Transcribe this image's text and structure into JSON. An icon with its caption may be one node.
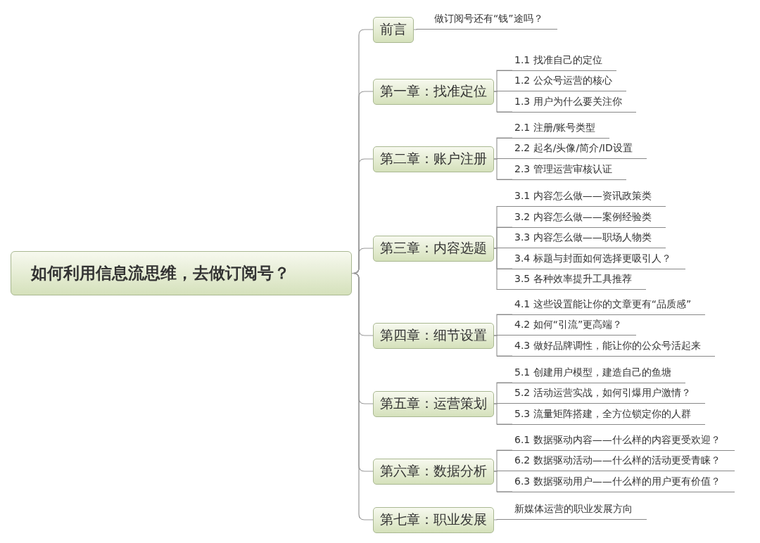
{
  "diagram": {
    "nodes": [
      {
        "text": [
          "如何利用信息流思维，去做订阅号？"
        ]
      },
      {
        "text": [
          "前言"
        ]
      },
      {
        "text": [
          "做订阅号还有“钱”途吗？"
        ]
      },
      {
        "text": [
          "第一章：找准定位"
        ]
      },
      {
        "text": [
          "1.1 找准自己的定位"
        ]
      },
      {
        "text": [
          "1.2 公众号运营的核心"
        ]
      },
      {
        "text": [
          "1.3 用户为什么要关注你"
        ]
      },
      {
        "text": [
          "第二章：账户注册"
        ]
      },
      {
        "text": [
          "2.1 注册/账号类型"
        ]
      },
      {
        "text": [
          "2.2 起名/头像/简介/ID设置"
        ]
      },
      {
        "text": [
          "2.3 管理运营审核认证"
        ]
      },
      {
        "text": [
          "第三章：内容选题"
        ]
      },
      {
        "text": [
          "3.1 内容怎么做——资讯政策类"
        ]
      },
      {
        "text": [
          "3.2 内容怎么做——案例经验类"
        ]
      },
      {
        "text": [
          "3.3 内容怎么做——职场人物类"
        ]
      },
      {
        "text": [
          "3.4 标题与封面如何选择更吸引人？"
        ]
      },
      {
        "text": [
          "3.5 各种效率提升工具推荐"
        ]
      },
      {
        "text": [
          "第四章：细节设置"
        ]
      },
      {
        "text": [
          "4.1 这些设置能让你的文章更有“品质感”"
        ]
      },
      {
        "text": [
          "4.2 如何“引流”更高端？"
        ]
      },
      {
        "text": [
          "4.3 做好品牌调性，能让你的公众号活起来"
        ]
      },
      {
        "text": [
          "第五章：运营策划"
        ]
      },
      {
        "text": [
          "5.1 创建用户模型，建造自己的鱼塘"
        ]
      },
      {
        "text": [
          "5.2 活动运营实战，如何引爆用户激情？"
        ]
      },
      {
        "text": [
          "5.3 流量矩阵搭建，全方位锁定你的人群"
        ]
      },
      {
        "text": [
          "第六章：数据分析"
        ]
      },
      {
        "text": [
          "6.1 数据驱动内容——什么样的内容更受欢迎？"
        ]
      },
      {
        "text": [
          "6.2 数据驱动活动——什么样的活动更受青睐？"
        ]
      },
      {
        "text": [
          "6.3 数据驱动用户——什么样的用户更有价值？"
        ]
      },
      {
        "text": [
          "第七章：职业发展"
        ]
      },
      {
        "text": [
          "新媒体运营的职业发展方向"
        ]
      }
    ],
    "edges": [
      {
        "from": 0,
        "to": 1,
        "arrow": "none"
      },
      {
        "from": 1,
        "to": 2,
        "arrow": "none"
      },
      {
        "from": 0,
        "to": 3,
        "arrow": "none"
      },
      {
        "from": 3,
        "to": 4,
        "arrow": "none"
      },
      {
        "from": 3,
        "to": 5,
        "arrow": "none"
      },
      {
        "from": 3,
        "to": 6,
        "arrow": "none"
      },
      {
        "from": 0,
        "to": 7,
        "arrow": "none"
      },
      {
        "from": 7,
        "to": 8,
        "arrow": "none"
      },
      {
        "from": 7,
        "to": 9,
        "arrow": "none"
      },
      {
        "from": 7,
        "to": 10,
        "arrow": "none"
      },
      {
        "from": 0,
        "to": 11,
        "arrow": "none"
      },
      {
        "from": 11,
        "to": 12,
        "arrow": "none"
      },
      {
        "from": 11,
        "to": 13,
        "arrow": "none"
      },
      {
        "from": 11,
        "to": 14,
        "arrow": "none"
      },
      {
        "from": 11,
        "to": 15,
        "arrow": "none"
      },
      {
        "from": 11,
        "to": 16,
        "arrow": "none"
      },
      {
        "from": 0,
        "to": 17,
        "arrow": "none"
      },
      {
        "from": 17,
        "to": 18,
        "arrow": "none"
      },
      {
        "from": 17,
        "to": 19,
        "arrow": "none"
      },
      {
        "from": 17,
        "to": 20,
        "arrow": "none"
      },
      {
        "from": 0,
        "to": 21,
        "arrow": "none"
      },
      {
        "from": 21,
        "to": 22,
        "arrow": "none"
      },
      {
        "from": 21,
        "to": 23,
        "arrow": "none"
      },
      {
        "from": 21,
        "to": 24,
        "arrow": "none"
      },
      {
        "from": 0,
        "to": 25,
        "arrow": "none"
      },
      {
        "from": 25,
        "to": 26,
        "arrow": "none"
      },
      {
        "from": 25,
        "to": 27,
        "arrow": "none"
      },
      {
        "from": 25,
        "to": 28,
        "arrow": "none"
      },
      {
        "from": 0,
        "to": 29,
        "arrow": "none"
      },
      {
        "from": 29,
        "to": 30,
        "arrow": "none"
      }
    ]
  }
}
